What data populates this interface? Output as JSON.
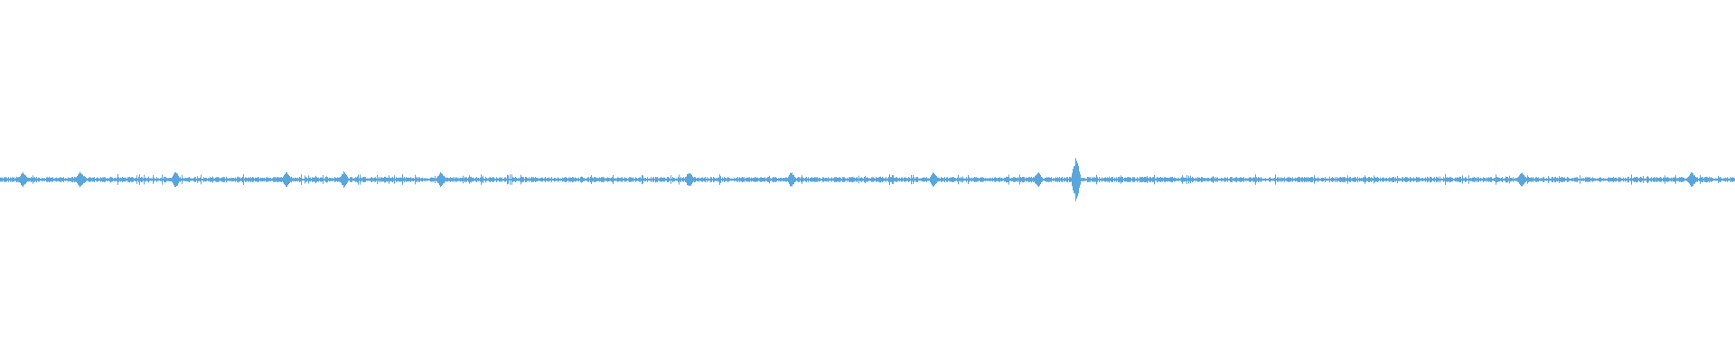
{
  "waveform": {
    "color": "#5aa6dc",
    "background": "#ffffff",
    "amplitude": {
      "baseline": 0.012,
      "typical_peak": 0.05,
      "max_peak": 0.14
    },
    "peak_positions": [
      0.013,
      0.046,
      0.101,
      0.165,
      0.198,
      0.254,
      0.397,
      0.456,
      0.538,
      0.598,
      0.62,
      0.877,
      0.975
    ]
  }
}
